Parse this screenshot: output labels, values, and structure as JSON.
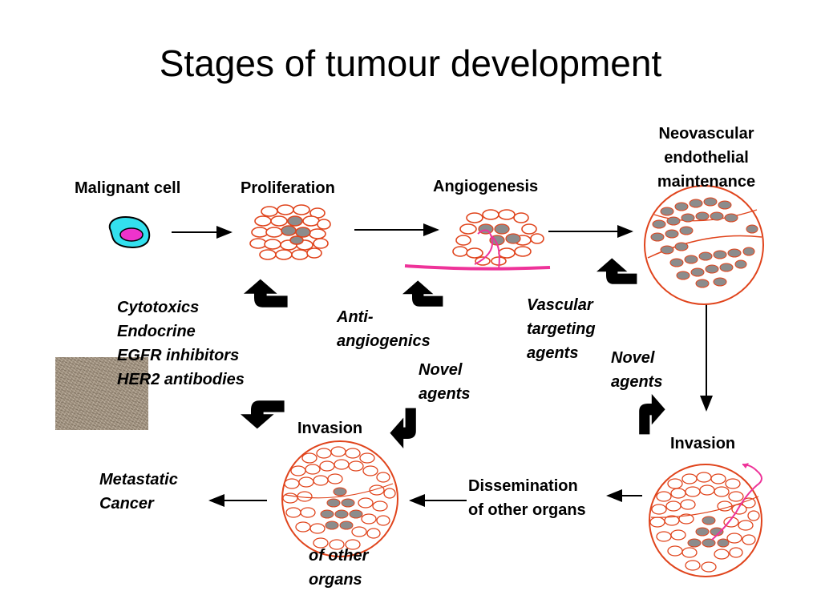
{
  "title": "Stages of tumour development",
  "stages": {
    "malignant_cell": "Malignant cell",
    "proliferation": "Proliferation",
    "angiogenesis": "Angiogenesis",
    "neovascular": [
      "Neovascular",
      "endothelial",
      "maintenance"
    ],
    "invasion_right": "Invasion",
    "invasion_left": "Invasion",
    "dissemination": [
      "Dissemination",
      "of other organs"
    ],
    "metastatic": [
      "Metastatic",
      "Cancer"
    ],
    "of_other_organs": [
      "of other",
      "organs"
    ]
  },
  "interventions": {
    "cytotoxics": [
      "Cytotoxics",
      "Endocrine",
      "EGFR inhibitors",
      "HER2 antibodies"
    ],
    "anti_angiogenics": [
      "Anti-",
      "angiogenics"
    ],
    "vascular_targeting": [
      "Vascular",
      "targeting",
      "agents"
    ],
    "novel_agents_middle": [
      "Novel",
      "agents"
    ],
    "novel_agents_right": [
      "Novel",
      "agents"
    ]
  },
  "colors": {
    "cell_outline": "#e0441c",
    "tumour_fill": "#8c8c8c",
    "cyan": "#33e0ee",
    "magenta": "#ee33cc",
    "vessel": "#ee3399"
  }
}
